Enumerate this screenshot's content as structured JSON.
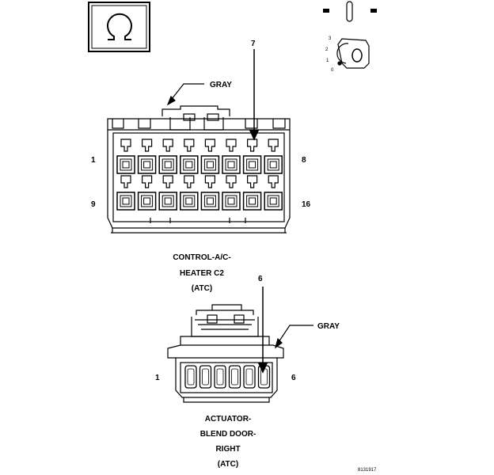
{
  "connector1": {
    "caption_lines": [
      "CONTROL-A/C-",
      "HEATER C2",
      "(ATC)"
    ],
    "color_label": "GRAY",
    "callout_pin": "7",
    "pin_labels": {
      "top_left": "1",
      "top_right": "8",
      "bottom_left": "9",
      "bottom_right": "16"
    },
    "pin_rows": 2,
    "pins_per_row": 8
  },
  "connector2": {
    "caption_lines": [
      "ACTUATOR-",
      "BLEND DOOR-",
      "RIGHT",
      "(ATC)"
    ],
    "color_label": "GRAY",
    "callout_pin": "6",
    "pin_labels": {
      "left": "1",
      "right": "6"
    },
    "pins": 6
  },
  "switch_detent_labels": [
    "3",
    "2",
    "1",
    "0"
  ],
  "figure_id": "8131917",
  "icons": [
    "ohm-symbol-icon",
    "rotary-switch-icon",
    "vertical-contact-icon"
  ]
}
